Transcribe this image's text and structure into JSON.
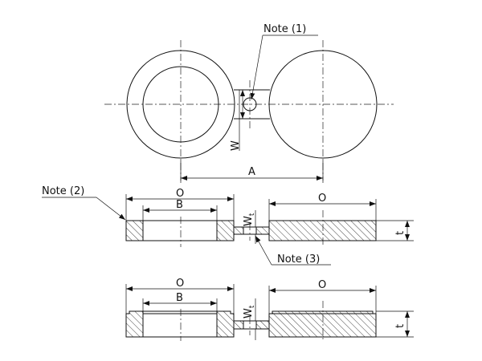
{
  "labels": {
    "note1": "Note (1)",
    "note2": "Note (2)",
    "note3": "Note (3)",
    "O": "O",
    "B": "B",
    "A": "A",
    "W": "W",
    "Wt_main": "W",
    "Wt_sub": "t",
    "t": "t"
  }
}
